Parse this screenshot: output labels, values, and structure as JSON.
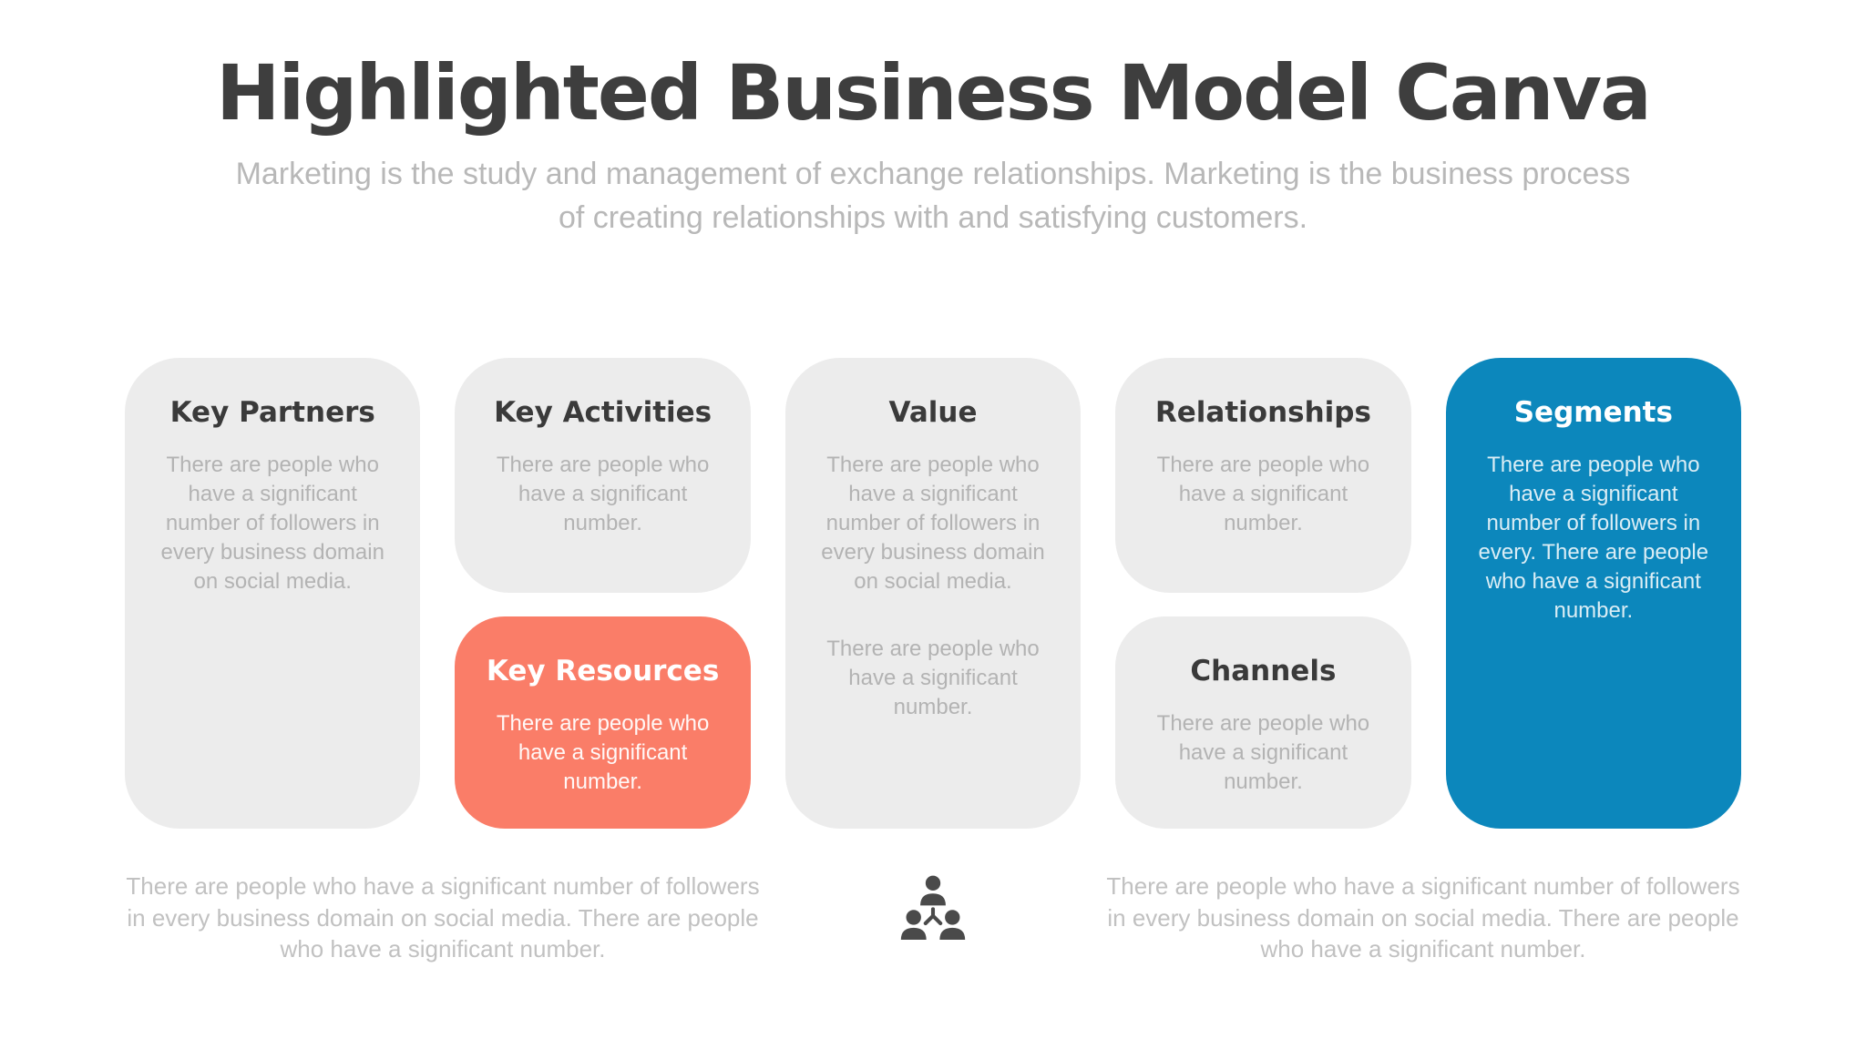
{
  "header": {
    "title": "Highlighted Business Model Canva",
    "subtitle": "Marketing is the study and management of exchange relationships. Marketing is the business process of creating relationships with and satisfying customers."
  },
  "colors": {
    "title_dark": "#3e3e3e",
    "card_gray": "#ececec",
    "accent_coral": "#fa7d68",
    "accent_blue": "#0c87bc",
    "body_gray": "#b3b3b3",
    "note_gray": "#c1c1c1"
  },
  "cards": {
    "key_partners": {
      "title": "Key Partners",
      "body": "There are people who have a significant number of followers in every business domain on social media."
    },
    "key_activities": {
      "title": "Key Activities",
      "body": "There are people who have a significant number."
    },
    "key_resources": {
      "title": "Key Resources",
      "body": "There are people who have a significant number."
    },
    "value": {
      "title": "Value",
      "body1": "There are people who have a significant number of followers in every business domain on social media.",
      "body2": "There are people who have a significant number."
    },
    "relationships": {
      "title": "Relationships",
      "body": "There are people who have a significant number."
    },
    "channels": {
      "title": "Channels",
      "body": "There are people who have a significant number."
    },
    "segments": {
      "title": "Segments",
      "body": "There are people who have a significant number of followers in every. There are people who have a significant number."
    }
  },
  "footer": {
    "left_text": "There are people who have a significant number of followers in every business domain on social media. There are people who have a significant number.",
    "icon": "team-hierarchy-icon",
    "right_text": "There are people who have a significant number of followers in every business domain on social media. There are people who have a significant number."
  }
}
